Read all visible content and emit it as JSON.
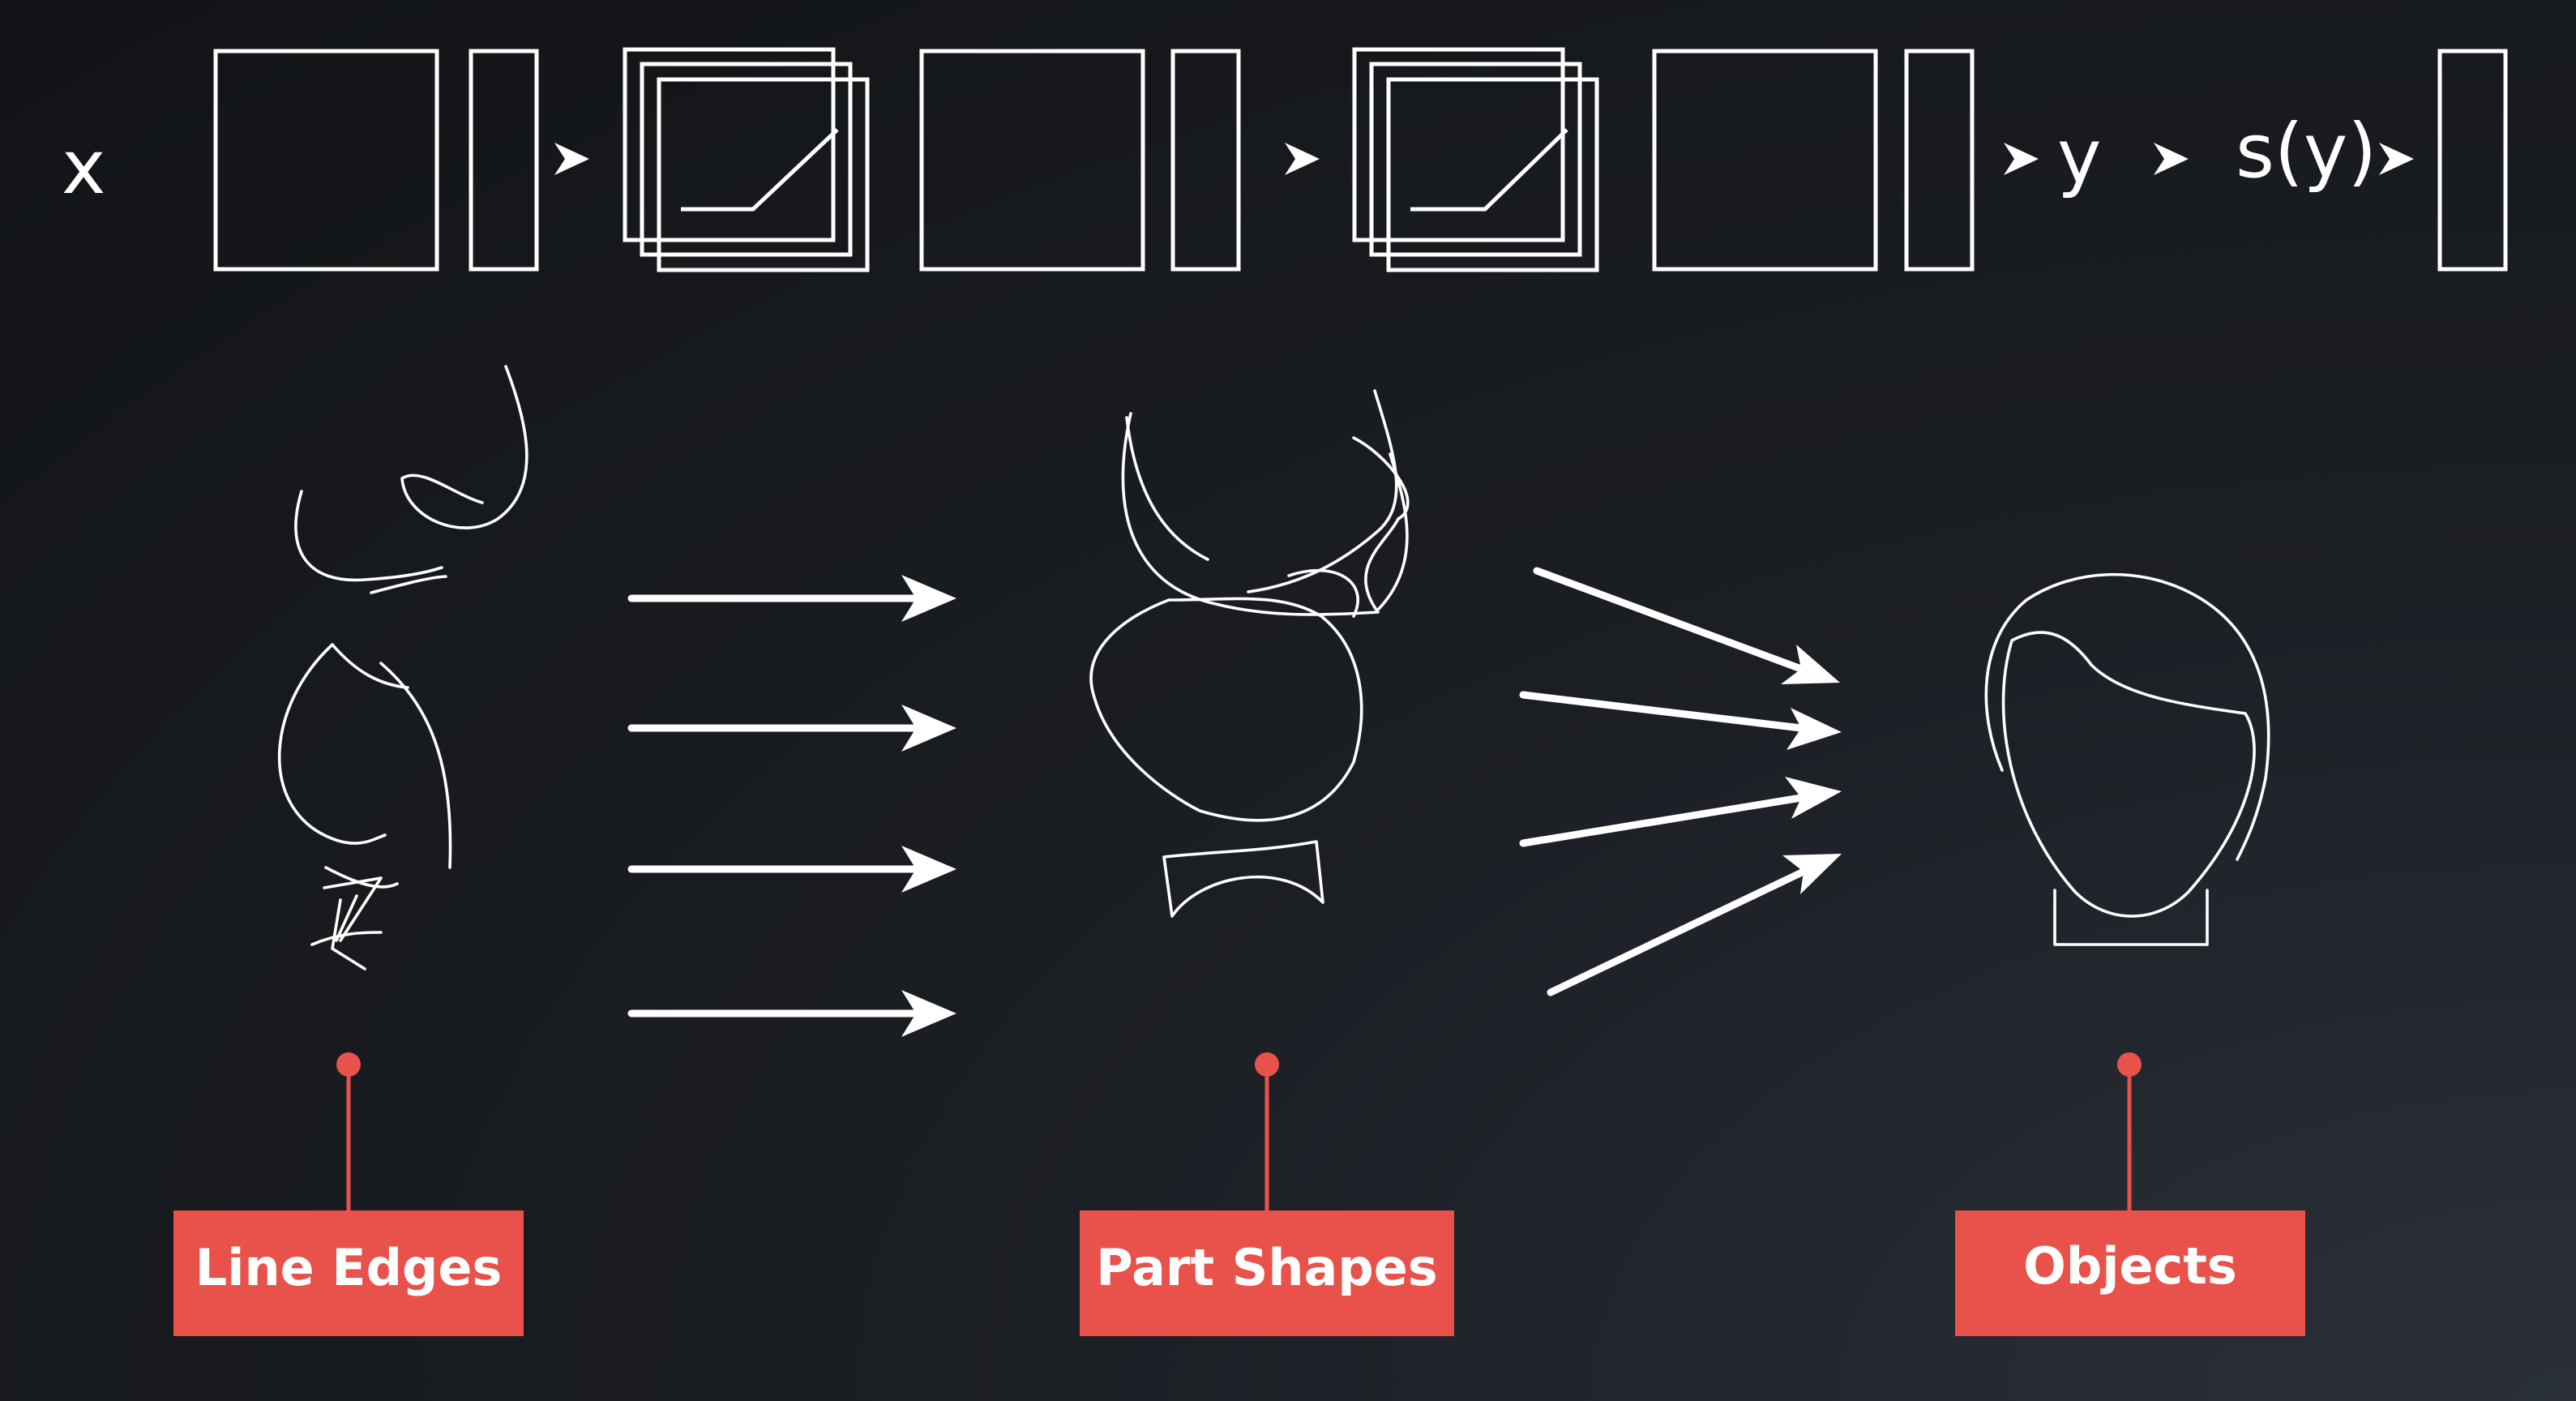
{
  "pipeline": {
    "input_symbol": "x",
    "output_symbol": "y",
    "activation_symbol": "s(y)"
  },
  "labels": {
    "line_edges": "Line Edges",
    "part_shapes": "Part Shapes",
    "objects": "Objects"
  },
  "colors": {
    "accent": "#e8524a",
    "foreground": "#ffffff",
    "background": "#16181c"
  }
}
